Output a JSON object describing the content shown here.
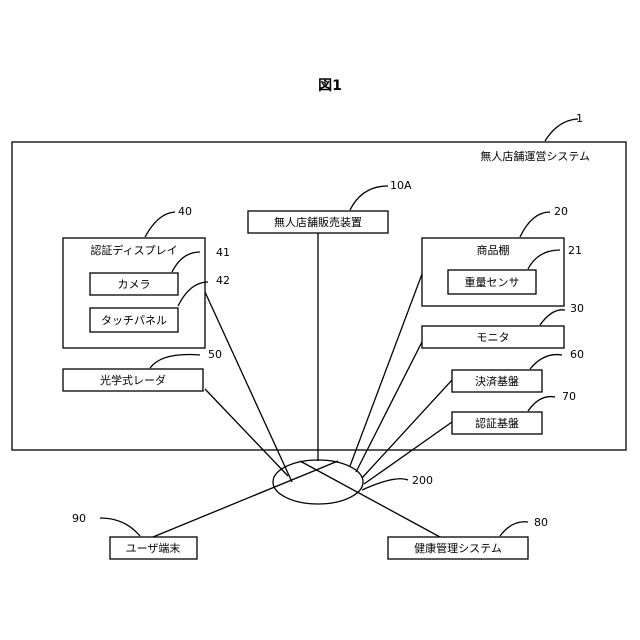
{
  "figure_title": "図1",
  "system": {
    "label": "無人店舗運営システム",
    "ref": "1"
  },
  "components": {
    "vending": {
      "label": "無人店舗販売装置",
      "ref": "10A"
    },
    "auth_display": {
      "label": "認証ディスプレイ",
      "ref": "40"
    },
    "camera": {
      "label": "カメラ",
      "ref": "41"
    },
    "touch_panel": {
      "label": "タッチパネル",
      "ref": "42"
    },
    "lidar": {
      "label": "光学式レーダ",
      "ref": "50"
    },
    "shelf": {
      "label": "商品棚",
      "ref": "20"
    },
    "weight_sensor": {
      "label": "重量センサ",
      "ref": "21"
    },
    "monitor": {
      "label": "モニタ",
      "ref": "30"
    },
    "payment": {
      "label": "決済基盤",
      "ref": "60"
    },
    "auth_base": {
      "label": "認証基盤",
      "ref": "70"
    },
    "network": {
      "ref": "200"
    },
    "user_terminal": {
      "label": "ユーザ端末",
      "ref": "90"
    },
    "health": {
      "label": "健康管理システム",
      "ref": "80"
    }
  }
}
